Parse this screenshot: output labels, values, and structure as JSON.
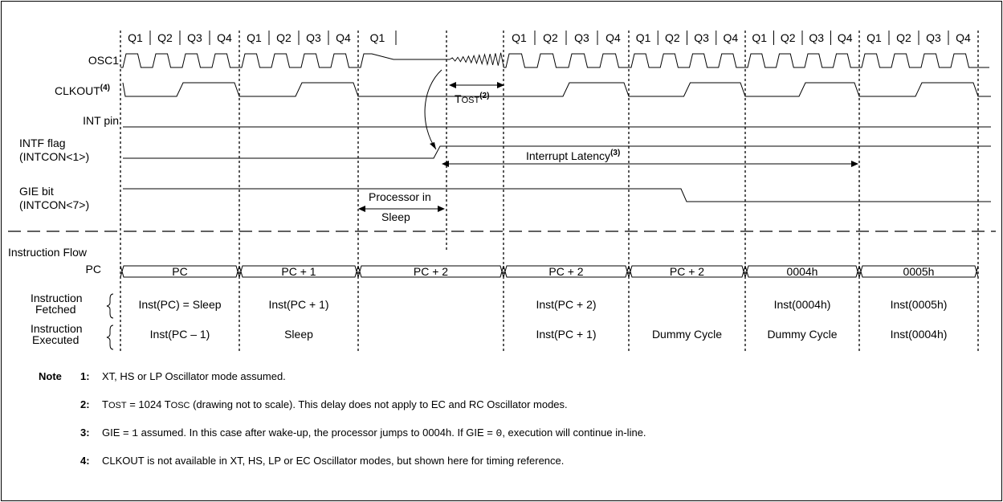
{
  "signals": {
    "osc1": "OSC1",
    "clkout": "CLKOUT",
    "clkout_ref": "(4)",
    "int_pin": "INT pin",
    "intf_line1": "INTF flag",
    "intf_line2": "(INTCON<1>)",
    "gie_line1": "GIE bit",
    "gie_line2": "(INTCON<7>)",
    "instruction_flow": "Instruction Flow",
    "pc": "PC",
    "fetched_line1": "Instruction",
    "fetched_line2": "Fetched",
    "executed_line1": "Instruction",
    "executed_line2": "Executed"
  },
  "q_labels": [
    "Q1",
    "Q2",
    "Q3",
    "Q4"
  ],
  "q_single": "Q1",
  "annotations": {
    "tost_main": "T",
    "tost_sc": "OST",
    "tost_ref": "(2)",
    "latency": "Interrupt Latency",
    "latency_ref": "(3)",
    "sleep_line1": "Processor in",
    "sleep_line2": "Sleep"
  },
  "pc_values": [
    "PC",
    "PC + 1",
    "PC + 2",
    "PC + 2",
    "PC + 2",
    "0004h",
    "0005h"
  ],
  "fetched": [
    "Inst(PC) = Sleep",
    "Inst(PC + 1)",
    "",
    "Inst(PC + 2)",
    "",
    "Inst(0004h)",
    "Inst(0005h)"
  ],
  "executed": [
    "Inst(PC – 1)",
    "Sleep",
    "",
    "Inst(PC + 1)",
    "Dummy Cycle",
    "Dummy Cycle",
    "Inst(0004h)"
  ],
  "notes": {
    "heading": "Note",
    "n1_num": "1:",
    "n1_text": "XT, HS or LP Oscillator mode assumed.",
    "n2_num": "2:",
    "n2_a": "T",
    "n2_b": "OST",
    "n2_c": " = 1024 T",
    "n2_d": "OSC",
    "n2_e": " (drawing not to scale). This delay does not apply to EC and RC Oscillator modes.",
    "n3_num": "3:",
    "n3_a": "GIE = ",
    "n3_b": "1",
    "n3_c": " assumed. In this case after wake-up, the processor jumps to 0004h. If GIE = ",
    "n3_d": "0",
    "n3_e": ", execution will continue in-line.",
    "n4_num": "4:",
    "n4_text": "CLKOUT is not available in XT, HS, LP or EC Oscillator modes, but shown here for timing reference."
  }
}
